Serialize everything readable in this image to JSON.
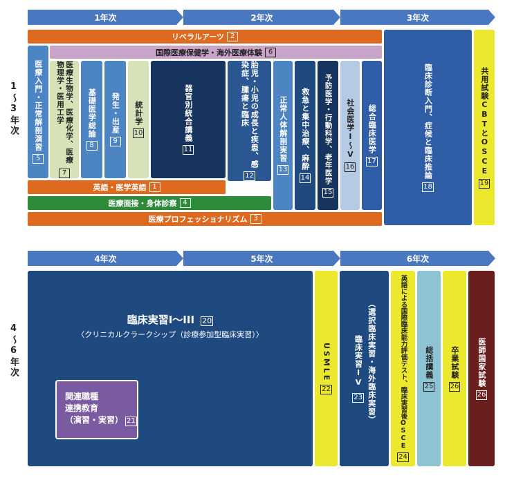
{
  "years_top": [
    "1年次",
    "2年次",
    "3年次"
  ],
  "years_bottom": [
    "4年次",
    "5年次",
    "6年次"
  ],
  "side_top": "1〜3年次",
  "side_bottom": "4〜6年次",
  "top": {
    "liberal": {
      "label": "リベラルアーツ",
      "num": "2"
    },
    "intl": {
      "label": "国際医療保健学・海外医療体験",
      "num": "6"
    },
    "english": {
      "label": "英語・医学英語",
      "num": "1"
    },
    "interview": {
      "label": "医療面接・身体診察",
      "num": "4"
    },
    "prof": {
      "label": "医療プロフェッショナリズム",
      "num": "3"
    },
    "c5": {
      "label": "医療入門・正常解剖演習",
      "num": "5"
    },
    "c7": {
      "label": "医療生物学、医療化学、医療物理学・医用工学",
      "num": "7"
    },
    "c8": {
      "label": "基礎医学総論",
      "num": "8"
    },
    "c9": {
      "label": "発生・出産",
      "num": "9"
    },
    "c10": {
      "label": "統計学",
      "num": "10"
    },
    "c11": {
      "label": "器官別統合講義",
      "num": "11"
    },
    "c12": {
      "label": "胎児・小児の成長と疾患、感染症、腫瘍と臨床",
      "num": "12"
    },
    "c13": {
      "label": "正常人体解剖実習",
      "num": "13"
    },
    "c14": {
      "label": "救急と集中治療、麻酔",
      "num": "14"
    },
    "c15": {
      "label": "予防医学・行動科学、老年医学",
      "num": "15"
    },
    "c16": {
      "label": "社会医学I〜V",
      "num": "16"
    },
    "c17": {
      "label": "総合臨床医学",
      "num": "17"
    },
    "c18": {
      "label": "臨床診断入門、症候と臨床推論",
      "num": "18"
    },
    "c19": {
      "label": "共用試験CBTとOSCE",
      "num": "19"
    }
  },
  "bottom": {
    "c20": {
      "label": "臨床実習I〜III",
      "num": "20",
      "sub": "〈クリニカルクラークシップ（診療参加型臨床実習）〉"
    },
    "c21": {
      "line1": "関連職種",
      "line2": "連携教育",
      "line3": "（演習・実習）",
      "num": "21"
    },
    "c22": {
      "label": "USMLE",
      "num": "22"
    },
    "c23": {
      "label": "臨床実習IV",
      "sub": "（選択臨床実習・海外臨床実習）",
      "num": "23"
    },
    "c24": {
      "label": "英語による国際臨床能力評価テスト、臨床実習後OSCE",
      "num": "24"
    },
    "c25": {
      "label": "総括講義",
      "num": "25"
    },
    "c26a": {
      "label": "卒業試験",
      "num": "26"
    },
    "c26b": {
      "label": "医師国家試験",
      "num": "26"
    }
  },
  "colors": {
    "arrow": "#4a78c0",
    "orange": "#dd6a1e",
    "pink": "#c9a4c9",
    "green": "#2e8b3a",
    "navy": "#16345e",
    "blue": "#2f5ea6",
    "midblue": "#4d85c4",
    "lightblue": "#b5cbe4",
    "lightgreen": "#d6e3b8",
    "yellow": "#ece82e",
    "darkblue": "#1f4a80",
    "purple": "#7a5aa0",
    "teal": "#8ec3d4",
    "maroon": "#6b1e1e"
  }
}
